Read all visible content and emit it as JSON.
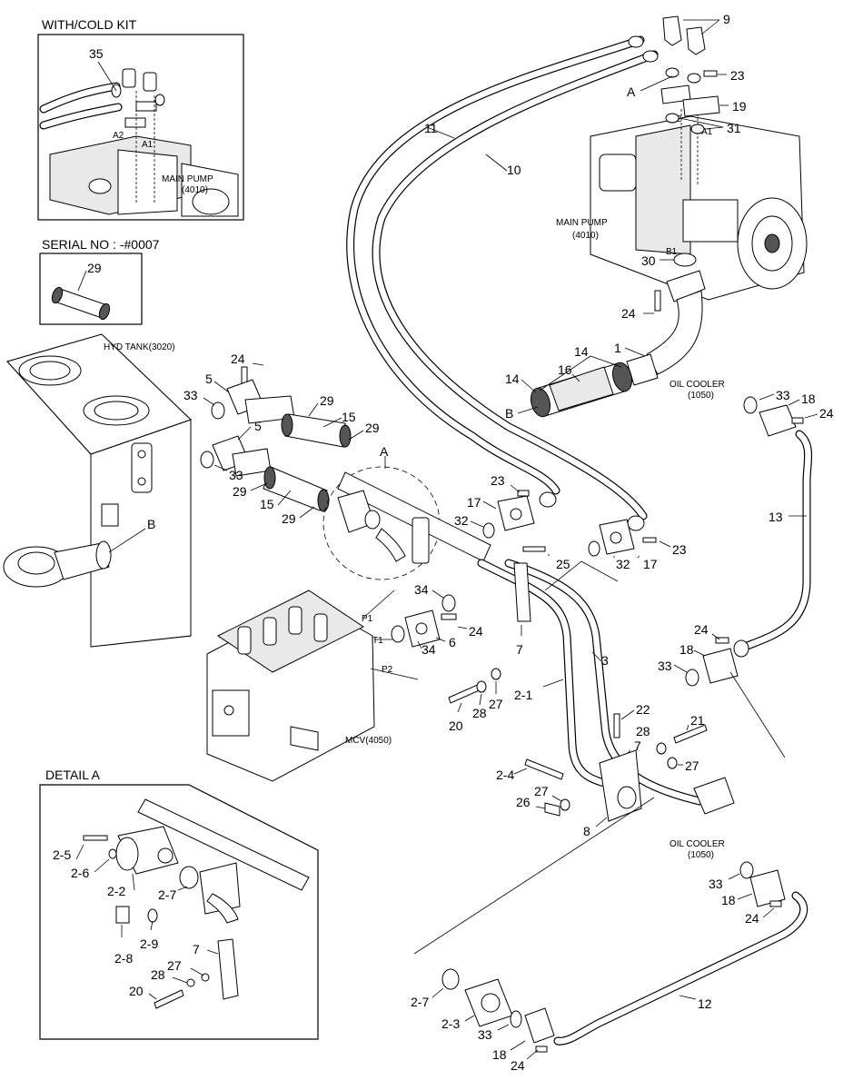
{
  "insets": {
    "cold_kit": {
      "title": "WITH/COLD KIT",
      "items": [
        "35",
        "A2",
        "A1"
      ],
      "pump_label": "MAIN PUMP",
      "pump_code": "(4010)"
    },
    "serial": {
      "title": "SERIAL NO : -#0007",
      "item": "29"
    },
    "detail_a": {
      "title": "DETAIL A",
      "items": [
        "2-5",
        "2-6",
        "2-2",
        "2-7",
        "2-8",
        "2-9",
        "7",
        "27",
        "28",
        "20"
      ]
    }
  },
  "component_labels": {
    "hyd_tank": "HYD TANK(3020)",
    "main_pump": "MAIN PUMP",
    "main_pump_code": "(4010)",
    "oil_cooler_upper": "OIL COOLER",
    "oil_cooler_upper_code": "(1050)",
    "oil_cooler_lower": "OIL COOLER",
    "oil_cooler_lower_code": "(1050)",
    "mcv": "MCV(4050)",
    "port_p1": "P1",
    "port_t1": "T1",
    "port_p2": "P2",
    "port_a2": "A2",
    "port_a1": "A1",
    "port_b1": "B1"
  },
  "callouts": {
    "c9": "9",
    "c23a": "23",
    "cA_top": "A",
    "c19": "19",
    "c31": "31",
    "c11": "11",
    "c10": "10",
    "c30": "30",
    "c24a": "24",
    "c1": "1",
    "c14a": "14",
    "c14b": "14",
    "c16": "16",
    "cB_right": "B",
    "c33a": "33",
    "c18a": "18",
    "c24b": "24",
    "c13": "13",
    "c24c": "24",
    "c5a": "5",
    "c33b": "33",
    "c29a": "29",
    "c15a": "15",
    "c29b": "29",
    "c5b": "5",
    "c33c": "33",
    "c29c": "29",
    "c15b": "15",
    "c29d": "29",
    "cA_mid": "A",
    "cB_left": "B",
    "c23b": "23",
    "c17a": "17",
    "c32a": "32",
    "c25": "25",
    "c32b": "32",
    "c17b": "17",
    "c23c": "23",
    "c34a": "34",
    "c24d": "24",
    "c34b": "34",
    "c6": "6",
    "c7a": "7",
    "c3": "3",
    "c2_1": "2-1",
    "c27a": "27",
    "c28a": "28",
    "c20": "20",
    "c24e": "24",
    "c18b": "18",
    "c33d": "33",
    "c22": "22",
    "c21": "21",
    "c28b": "28",
    "c27b": "27",
    "c7b": "7",
    "c2_4": "2-4",
    "c27c": "27",
    "c26": "26",
    "c8": "8",
    "c33e": "33",
    "c18c": "18",
    "c24f": "24",
    "c12": "12",
    "c2_7": "2-7",
    "c2_3": "2-3",
    "c33f": "33",
    "c18d": "18",
    "c24g": "24"
  }
}
